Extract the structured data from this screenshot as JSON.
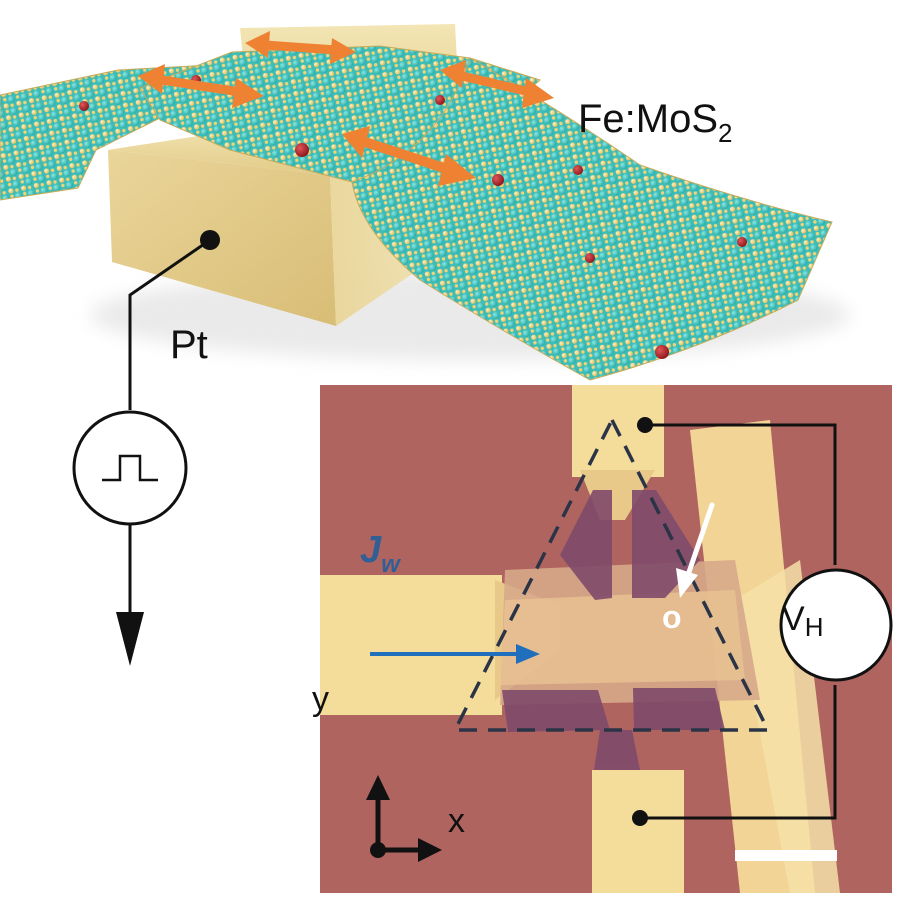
{
  "labels": {
    "material_main": "Fe:MoS",
    "material_sub": "2",
    "electrode": "Pt",
    "current_main": "J",
    "current_sub": "w",
    "voltage_main": "V",
    "voltage_sub": "H",
    "axis_x": "x",
    "axis_y": "y",
    "marker": "o"
  },
  "colors": {
    "mo_atom": "#35c5c0",
    "s_atom": "#f2d478",
    "fe_atom": "#b8282c",
    "pt_block": "#e7d08f",
    "arrow_orange": "#ef8132",
    "micrograph_bg": "#b86a63",
    "contact_pads": "#f4dc9a",
    "flake": "#d49a82",
    "current_arrow": "#1f6fbd",
    "triangle_outline": "#2a3446"
  },
  "icons": [
    "pulse-source-icon",
    "ground-arrow-icon",
    "scale-bar"
  ]
}
